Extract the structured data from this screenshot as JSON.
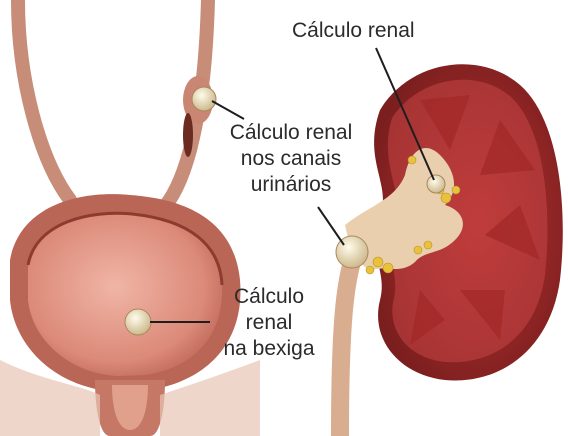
{
  "labels": {
    "kidney_stone": "Cálculo renal",
    "ureter_stone": [
      "Cálculo renal",
      "nos canais",
      "urinários"
    ],
    "bladder_stone": [
      "Cálculo",
      "renal",
      "na bexiga"
    ]
  },
  "colors": {
    "flesh": "#d99a87",
    "flesh_dark": "#b5665a",
    "cortex": "#8c2323",
    "medulla": "#c23c3c",
    "pelvis": "#e8c9a6",
    "stone": "#eee0b8",
    "fat": "#e8c23a",
    "leader": "#1e1e1e"
  }
}
